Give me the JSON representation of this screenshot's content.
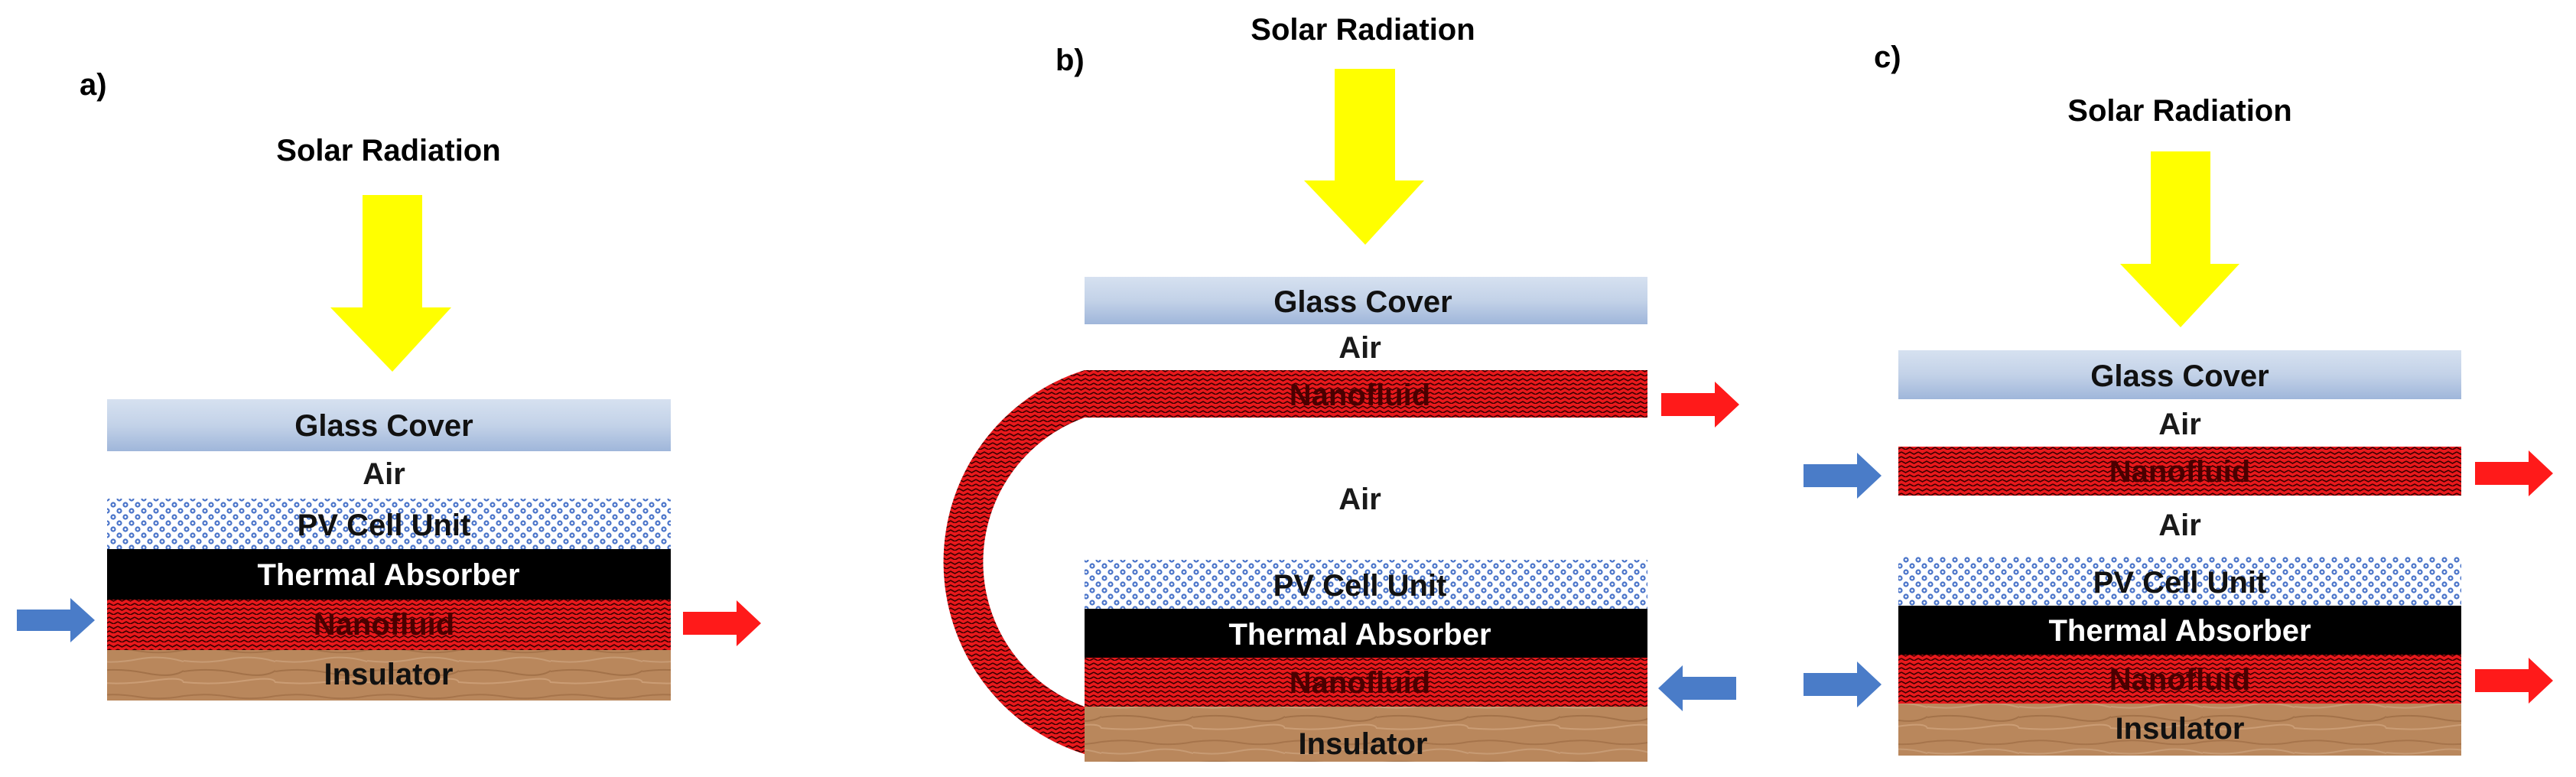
{
  "colors": {
    "radiation_arrow": "#ffff00",
    "glass_cover_top": "#c7d5ea",
    "glass_cover_bottom": "#a9bedd",
    "nanofluid": "#e31a1c",
    "thermal_absorber": "#000000",
    "pv_cell": "#3f6bc4",
    "insulator": "#b5835a",
    "inlet_arrow": "#4a7cc8",
    "outlet_arrow": "#ff1a1a"
  },
  "icons": {
    "radiation": "yellow-down-arrow",
    "inflow": "blue-arrow",
    "outflow": "red-arrow"
  },
  "panels": {
    "a": {
      "label": "a)",
      "radiation": "Solar Radiation",
      "glass_cover": "Glass Cover",
      "air": "Air",
      "pv_cell": "PV Cell Unit",
      "thermal_absorber": "Thermal Absorber",
      "nanofluid": "Nanofluid",
      "insulator": "Insulator"
    },
    "b": {
      "label": "b)",
      "radiation": "Solar Radiation",
      "glass_cover": "Glass Cover",
      "air_top": "Air",
      "nanofluid_top": "Nanofluid",
      "air_middle": "Air",
      "pv_cell": "PV Cell Unit",
      "thermal_absorber": "Thermal Absorber",
      "nanofluid_bottom": "Nanofluid",
      "insulator": "Insulator"
    },
    "c": {
      "label": "c)",
      "radiation": "Solar Radiation",
      "glass_cover": "Glass Cover",
      "air_top": "Air",
      "nanofluid_top": "Nanofluid",
      "air_middle": "Air",
      "pv_cell": "PV Cell Unit",
      "thermal_absorber": "Thermal Absorber",
      "nanofluid_bottom": "Nanofluid",
      "insulator": "Insulator"
    }
  }
}
